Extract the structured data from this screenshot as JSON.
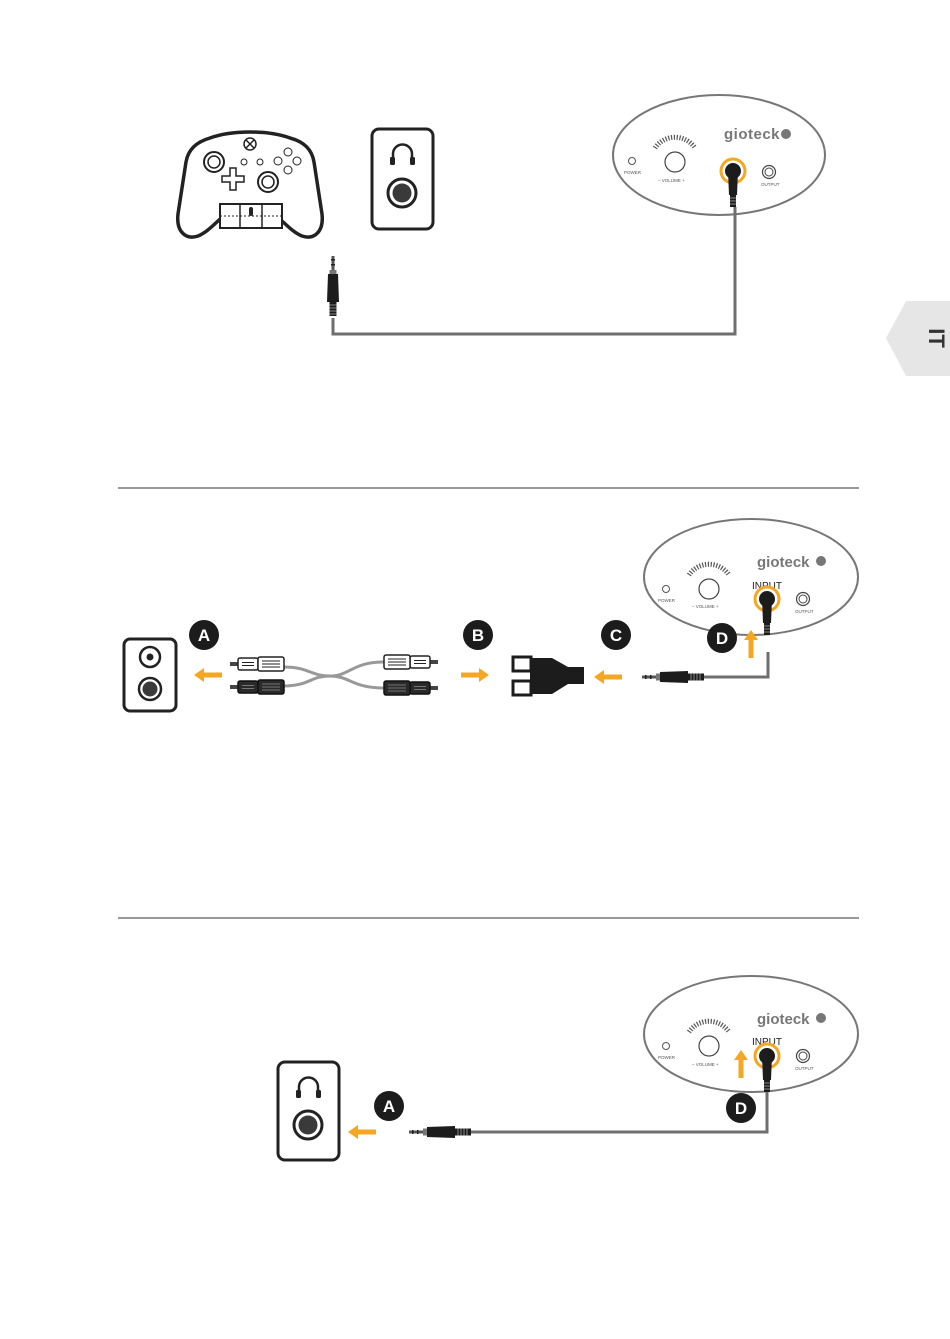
{
  "page": {
    "language_tab": "IT",
    "brand": "gioteck",
    "colors": {
      "accent": "#f5a623",
      "cable": "#6e6e6e",
      "outline": "#333333",
      "plug_dark": "#222222",
      "tab_bg": "#e6e6e6"
    }
  },
  "device": {
    "power_label": "POWER",
    "volume_label": "–  VOLUME  +",
    "output_label": "OUTPUT",
    "input_label": "INPUT"
  },
  "diagram1": {
    "icons": [
      "xbox-controller-icon",
      "headphone-port-icon",
      "amplifier-icon",
      "3.5mm-plug-icon"
    ]
  },
  "diagram2": {
    "markers": [
      "A",
      "B",
      "C",
      "D"
    ],
    "icons": [
      "rca-port-icon",
      "rca-cable-icon",
      "rca-adapter-icon",
      "3.5mm-plug-icon",
      "amplifier-icon"
    ]
  },
  "diagram3": {
    "markers": [
      "A",
      "D"
    ],
    "icons": [
      "headphone-port-icon",
      "3.5mm-plug-icon",
      "amplifier-icon"
    ]
  }
}
